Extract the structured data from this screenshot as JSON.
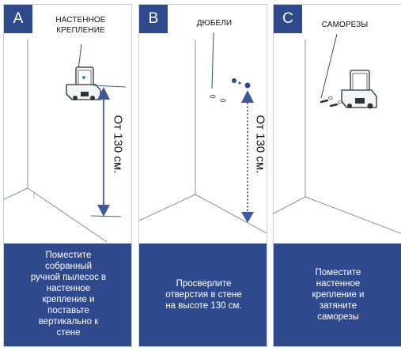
{
  "panels": [
    {
      "letter": "A",
      "callout_lines": [
        "НАСТЕННОЕ",
        "КРЕПЛЕНИЕ"
      ],
      "measure": "От 130 см.",
      "caption_lines": [
        "Поместите",
        "собранный",
        "ручной пылесос в",
        "настенное",
        "крепление и",
        "поставьте",
        "вертикально к",
        "стене"
      ]
    },
    {
      "letter": "B",
      "callout_lines": [
        "ДЮБЕЛИ"
      ],
      "measure": "От 130 см.",
      "caption_lines": [
        "Просверлите",
        "отверстия в стене",
        "на высоте 130 см."
      ]
    },
    {
      "letter": "C",
      "callout_lines": [
        "САМОРЕЗЫ"
      ],
      "caption_lines": [
        "Поместите",
        "настенное",
        "крепление и",
        "затяните",
        "саморезы"
      ]
    }
  ],
  "colors": {
    "accent": "#2f4a8c",
    "arrow": "#3d5a9e",
    "line": "#c8ccd6"
  }
}
